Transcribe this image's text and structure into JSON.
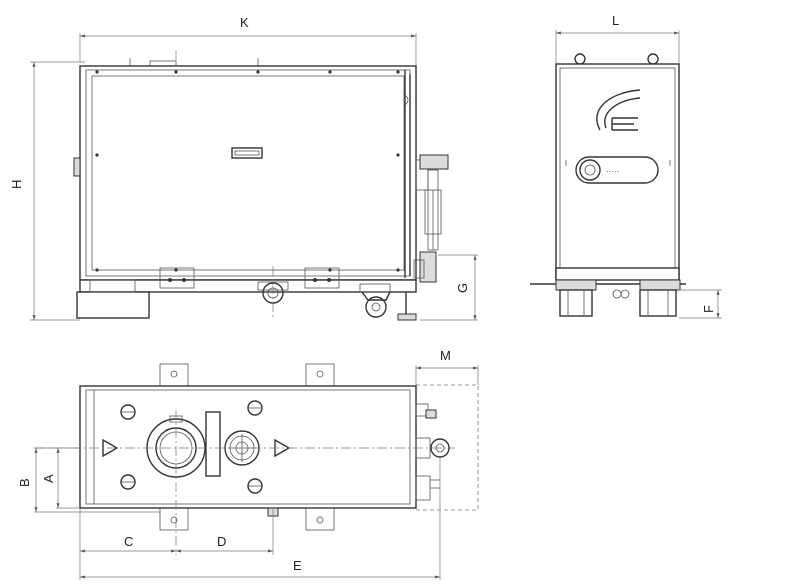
{
  "drawing": {
    "labels": {
      "K": "K",
      "L": "L",
      "H": "H",
      "G": "G",
      "F": "F",
      "M": "M",
      "A": "A",
      "B": "B",
      "C": "C",
      "D": "D",
      "E": "E"
    }
  }
}
